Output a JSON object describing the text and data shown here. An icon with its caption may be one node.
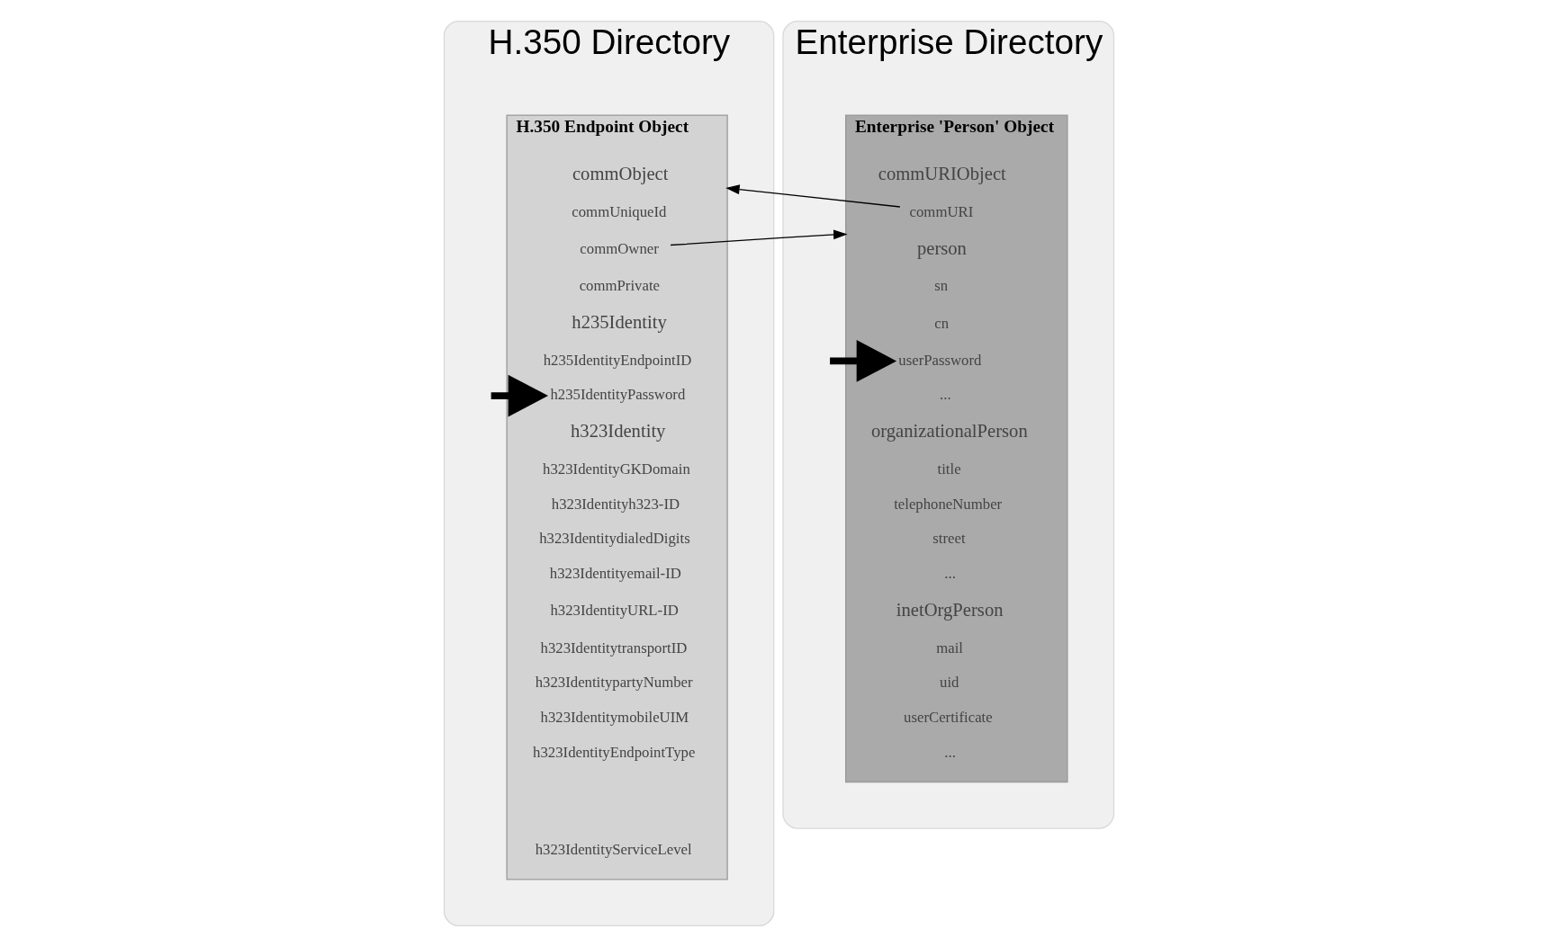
{
  "diagram": {
    "nodes": [
      {
        "text": [
          "H.350 Directory"
        ]
      },
      {
        "text": [
          "H.350 Endpoint Object"
        ],
        "in": 0
      },
      {
        "text": [
          "commObject"
        ],
        "in": 1
      },
      {
        "text": [
          "commUniqueId"
        ],
        "in": 1
      },
      {
        "text": [
          "commOwner"
        ],
        "in": 1
      },
      {
        "text": [
          "commPrivate"
        ],
        "in": 1
      },
      {
        "text": [
          "h235Identity"
        ],
        "in": 1
      },
      {
        "text": [
          "h235IdentityEndpointID"
        ],
        "in": 1
      },
      {
        "text": [
          "h235IdentityPassword"
        ],
        "in": 1
      },
      {
        "text": [
          "h323Identity"
        ],
        "in": 1
      },
      {
        "text": [
          "h323IdentityGKDomain"
        ],
        "in": 1
      },
      {
        "text": [
          "h323Identityh323-ID"
        ],
        "in": 1
      },
      {
        "text": [
          "h323IdentitydialedDigits"
        ],
        "in": 1
      },
      {
        "text": [
          "h323Identityemail-ID"
        ],
        "in": 1
      },
      {
        "text": [
          "h323IdentityURL-ID"
        ],
        "in": 1
      },
      {
        "text": [
          "h323IdentitytransportID"
        ],
        "in": 1
      },
      {
        "text": [
          "h323IdentitypartyNumber"
        ],
        "in": 1
      },
      {
        "text": [
          "h323IdentitymobileUIM"
        ],
        "in": 1
      },
      {
        "text": [
          "h323IdentityEndpointType"
        ],
        "in": 1
      },
      {
        "text": [
          "h323IdentityServiceLevel"
        ],
        "in": 1
      },
      {
        "text": [
          "Enterprise Directory"
        ]
      },
      {
        "text": [
          "Enterprise 'Person' Object"
        ],
        "in": 20
      },
      {
        "text": [
          "commURIObject"
        ],
        "in": 21
      },
      {
        "text": [
          "commURI"
        ],
        "in": 21
      },
      {
        "text": [
          "person"
        ],
        "in": 21
      },
      {
        "text": [
          "sn"
        ],
        "in": 21
      },
      {
        "text": [
          "cn"
        ],
        "in": 21
      },
      {
        "text": [
          "userPassword"
        ],
        "in": 21
      },
      {
        "text": [
          "..."
        ],
        "in": 21
      },
      {
        "text": [
          "organizationalPerson"
        ],
        "in": 21
      },
      {
        "text": [
          "title"
        ],
        "in": 21
      },
      {
        "text": [
          "telephoneNumber"
        ],
        "in": 21
      },
      {
        "text": [
          "street"
        ],
        "in": 21
      },
      {
        "text": [
          "..."
        ],
        "in": 21
      },
      {
        "text": [
          "inetOrgPerson"
        ],
        "in": 21
      },
      {
        "text": [
          "mail"
        ],
        "in": 21
      },
      {
        "text": [
          "uid"
        ],
        "in": 21
      },
      {
        "text": [
          "userCertificate"
        ],
        "in": 21
      },
      {
        "text": [
          "..."
        ],
        "in": 21
      }
    ],
    "edges": [
      {
        "from": 4,
        "to": 21,
        "arrow": "to"
      },
      {
        "from": 23,
        "to": 1,
        "arrow": "to"
      },
      {
        "from": null,
        "to": 8,
        "arrow": "to",
        "style": "thick"
      },
      {
        "from": null,
        "to": 27,
        "arrow": "to",
        "style": "thick"
      }
    ]
  }
}
